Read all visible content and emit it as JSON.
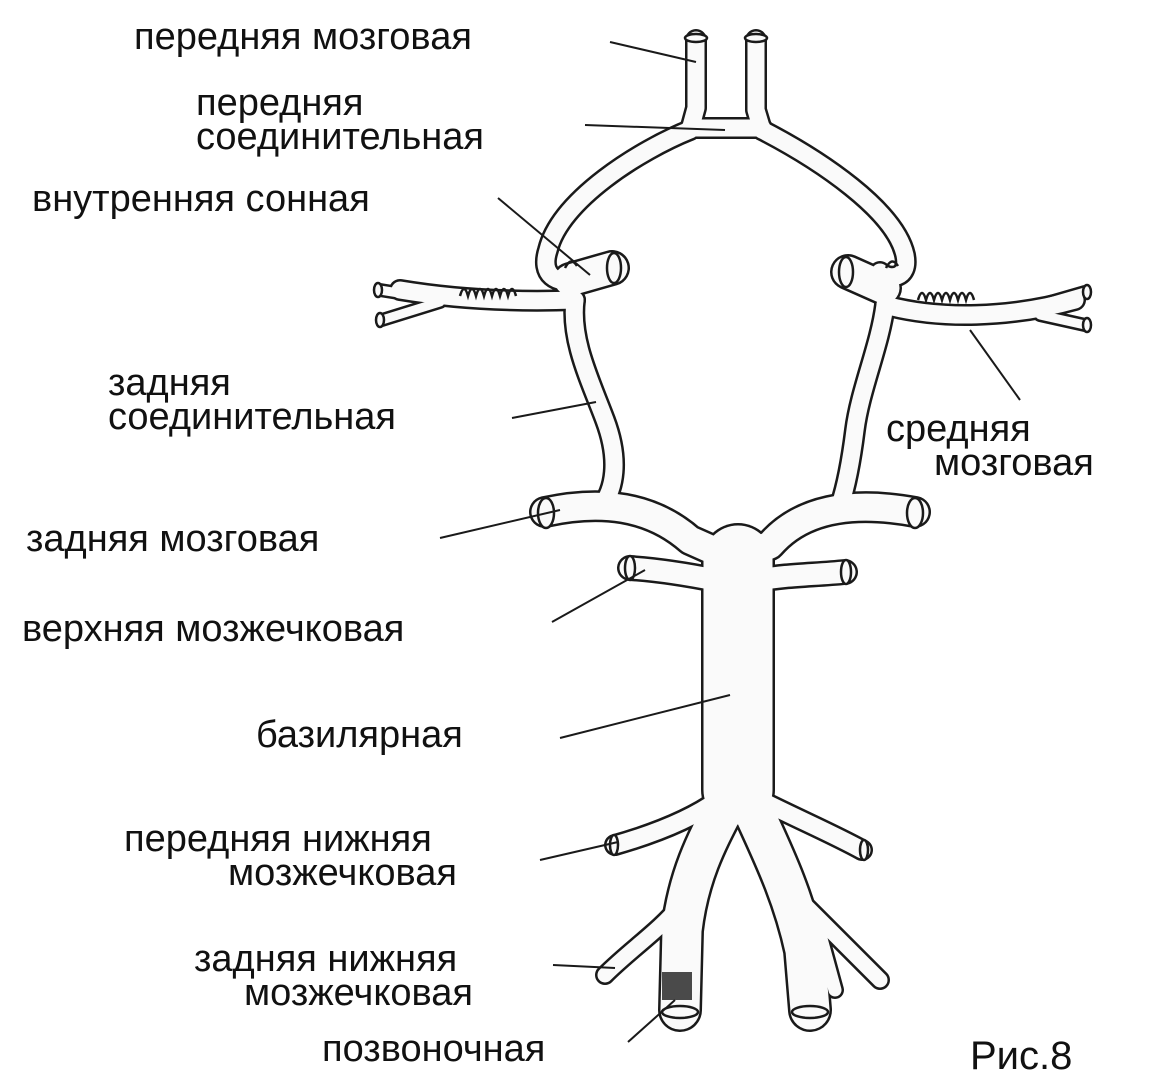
{
  "labels": {
    "anterior_cerebral": "передняя мозговая",
    "anterior_communicating_1": "передняя",
    "anterior_communicating_2": "соединительная",
    "internal_carotid": "внутренняя сонная",
    "posterior_communicating_1": "задняя",
    "posterior_communicating_2": "соединительная",
    "middle_cerebral_1": "средняя",
    "middle_cerebral_2": "мозговая",
    "posterior_cerebral": "задняя мозговая",
    "superior_cerebellar": "верхняя мозжечковая",
    "basilar": "базилярная",
    "aica_1": "передняя нижняя",
    "aica_2": "мозжечковая",
    "pica_1": "задняя нижняя",
    "pica_2": "мозжечковая",
    "vertebral": "позвоночная"
  },
  "figure_caption": "Рис.8",
  "colors": {
    "line": "#1a1a1a",
    "vessel_fill": "#fafafa",
    "marker": "#4a4a4a"
  }
}
